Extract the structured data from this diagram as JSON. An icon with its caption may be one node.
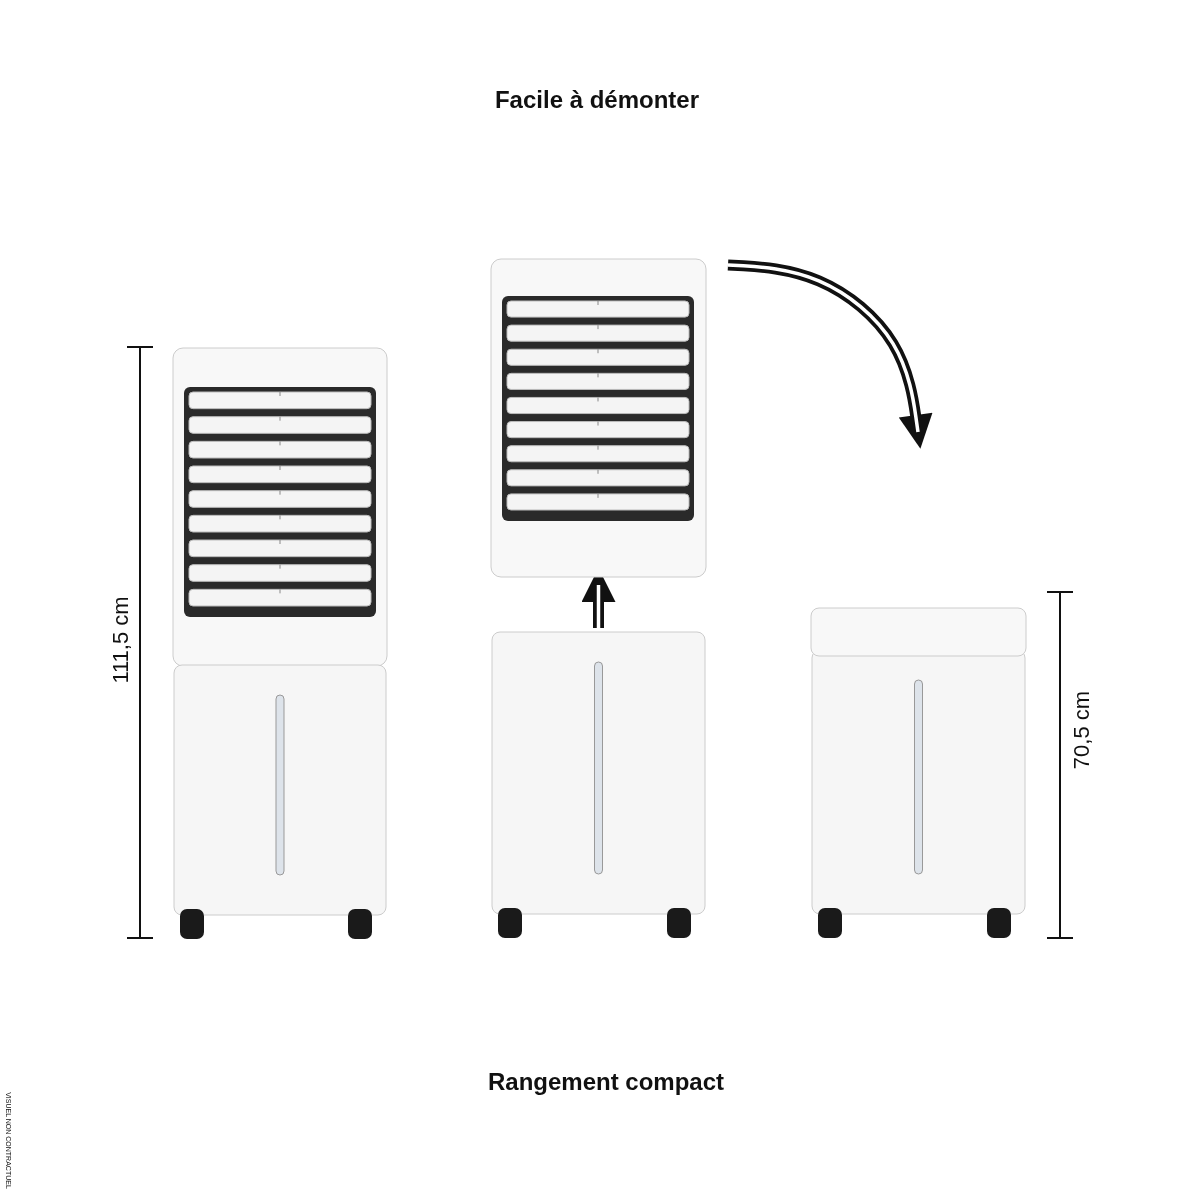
{
  "diagram": {
    "title": "Facile à démonter",
    "caption": "Rangement compact",
    "nodes": [
      {
        "text": [],
        "shape": "picture"
      },
      {
        "text": [],
        "shape": "picture"
      },
      {
        "text": [],
        "shape": "picture"
      },
      {
        "text": [],
        "shape": "picture"
      }
    ],
    "edges": [
      {
        "from": 2,
        "to": 1,
        "arrow": "to"
      },
      {
        "from": 1,
        "to": null,
        "arrow": "to"
      }
    ],
    "labels": [
      "111,5 cm",
      "70,5 cm",
      "VISUEL NON CONTRACTUEL"
    ]
  }
}
